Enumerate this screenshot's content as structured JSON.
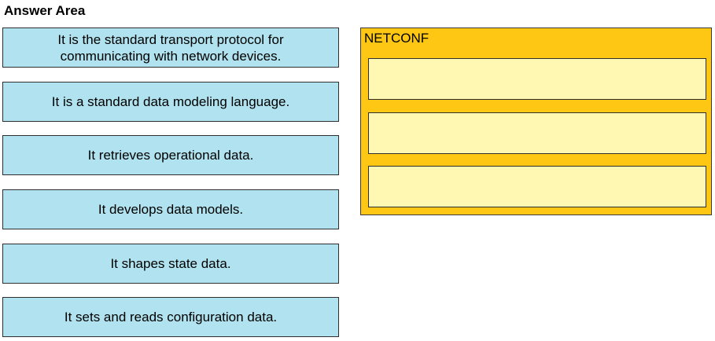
{
  "header": {
    "title": "Answer Area"
  },
  "options": [
    {
      "line1": "It is the standard transport protocol for",
      "line2": "communicating with network devices."
    },
    {
      "line1": "It is a standard data modeling language.",
      "line2": ""
    },
    {
      "line1": "It retrieves operational data.",
      "line2": ""
    },
    {
      "line1": "It develops data models.",
      "line2": ""
    },
    {
      "line1": "It shapes state data.",
      "line2": ""
    },
    {
      "line1": "It sets and reads configuration data.",
      "line2": ""
    }
  ],
  "target": {
    "label": "NETCONF",
    "slots": [
      "",
      "",
      ""
    ]
  },
  "colors": {
    "option_bg": "#b0e3ef",
    "panel_bg": "#fec714",
    "slot_bg": "#fef8b3"
  }
}
